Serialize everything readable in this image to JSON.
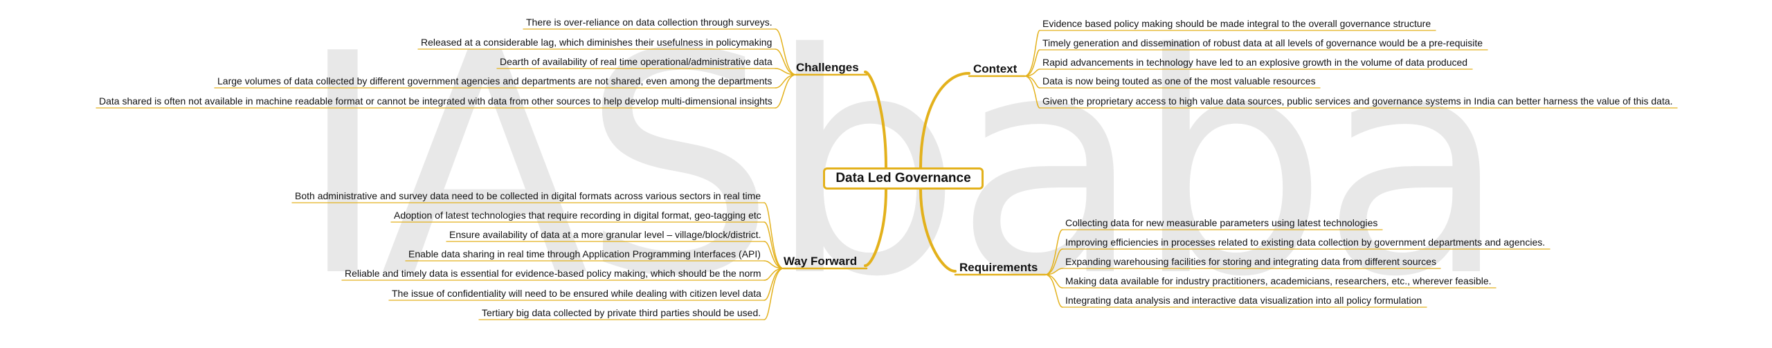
{
  "watermark": "IASbaba",
  "central": "Data Led Governance",
  "branches": {
    "challenges": {
      "label": "Challenges",
      "items": [
        "There is over-reliance on data collection through surveys.",
        "Released at a considerable lag, which diminishes their usefulness in policymaking",
        "Dearth of availability of real time operational/administrative data",
        "Large volumes of data collected by different government agencies and departments are not shared, even among the departments",
        "Data shared is often not available in machine readable format or cannot be integrated with data from other sources to help develop multi-dimensional insights"
      ]
    },
    "context": {
      "label": "Context",
      "items": [
        "Evidence based policy making should be made integral to the overall governance structure",
        "Timely generation and dissemination of robust data at all levels of governance would be a pre-requisite",
        "Rapid advancements in technology have led to an explosive growth in the volume of data produced",
        "Data is now being touted as one of the most valuable resources",
        "Given the proprietary access to high value data sources, public services and governance systems in India can better harness the value of this data."
      ]
    },
    "way_forward": {
      "label": "Way Forward",
      "items": [
        "Both administrative and survey data need to be collected in digital formats across various sectors in real time",
        "Adoption of latest technologies that require recording in digital format, geo-tagging etc",
        "Ensure availability of data at a more granular level – village/block/district.",
        "Enable data sharing in real time through Application Programming Interfaces (API)",
        "Reliable and timely data is essential for evidence-based policy making, which should be the norm",
        "The issue of confidentiality will need to be ensured while dealing with citizen level data",
        "Tertiary big data collected by private third parties should be used."
      ]
    },
    "requirements": {
      "label": "Requirements",
      "items": [
        "Collecting data for new measurable parameters using latest technologies",
        "Improving efficiencies in processes related to existing data collection by government departments and agencies.",
        "Expanding warehousing facilities for storing and integrating data from different sources",
        "Making data available for industry practitioners, academicians, researchers, etc., wherever feasible.",
        "Integrating data analysis and interactive data visualization into all policy formulation"
      ]
    }
  },
  "colors": {
    "line": "#e3b11c",
    "text": "#111111",
    "watermark": "#e8e8e8"
  }
}
